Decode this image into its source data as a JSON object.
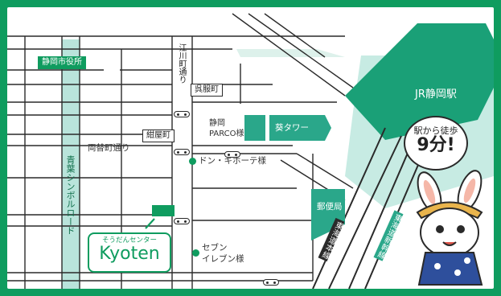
{
  "colors": {
    "brand_green": "#0f9c5f",
    "road_line": "#2a2a2a",
    "teal_block": "#2aa78a",
    "light_teal": "#b9e4db"
  },
  "labels": {
    "city_hall": "静岡市役所",
    "edogawa_street": "江川町通り",
    "gofukucho": "呉服町",
    "konyacho": "紺屋町",
    "ryogaecho_street": "両替町通り",
    "shizuoka_parco_line1": "静岡",
    "shizuoka_parco_line2": "PARCO様",
    "aoi_tower": "葵タワー",
    "jr_station": "JR静岡駅",
    "don_quijote": "ドン・キホーテ様",
    "post_office": "郵便局",
    "seven_line1": "セブン",
    "seven_line2": "イレブン様",
    "aoba_symbol_road": "青葉シンボルロード",
    "tokaido_line": "東海道本線",
    "tokaido_shinkansen": "東海道新幹線"
  },
  "callout": {
    "line1": "駅から徒歩",
    "line2": "9分!"
  },
  "logo": {
    "kana": "そうだんセンター",
    "name": "Kyoten"
  },
  "icons": {
    "bus_stop": "bus-stop-icon",
    "landmark": "landmark-dot-icon",
    "mascot": "rabbit-mascot-icon",
    "destination": "destination-marker-icon"
  }
}
